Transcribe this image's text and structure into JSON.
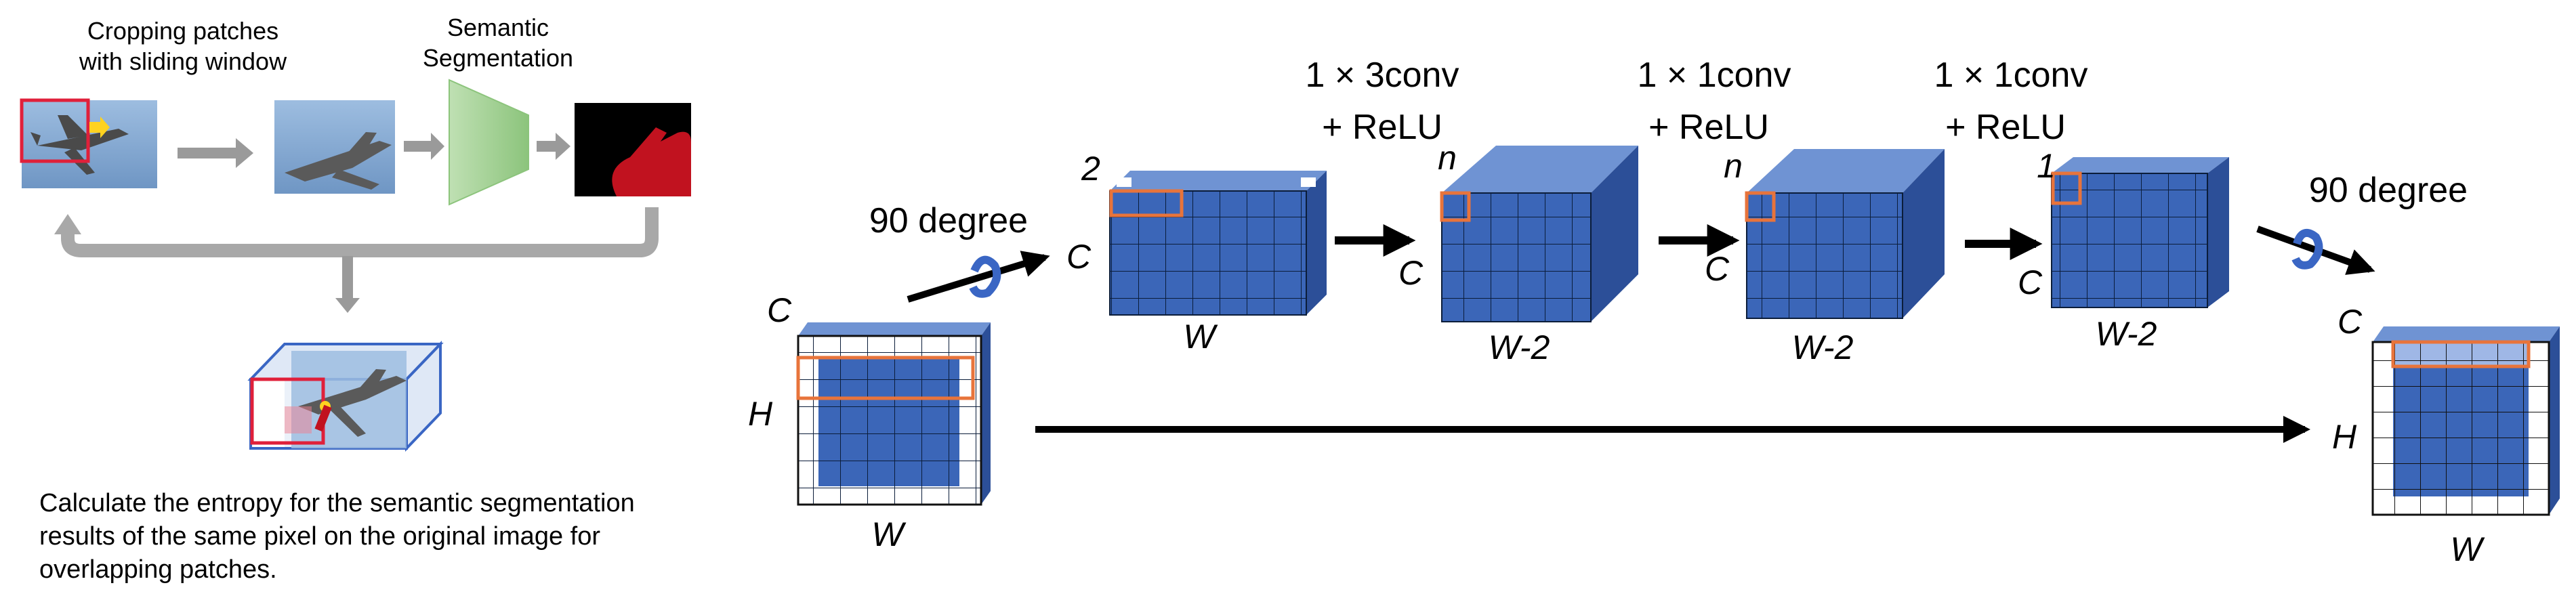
{
  "left_panel": {
    "crop_caption": [
      "Cropping patches",
      "with sliding window"
    ],
    "seg_caption": [
      "Semantic",
      "Segmentation"
    ],
    "entropy_note": [
      "Calculate the entropy for the semantic segmentation",
      "results of the same pixel on the original image for",
      "overlapping patches."
    ]
  },
  "right_panel": {
    "rotate_left": "90 degree",
    "rotate_right": "90 degree",
    "ops": [
      {
        "line1": "1 × 3conv",
        "line2": "+ ReLU"
      },
      {
        "line1": "1 × 1conv",
        "line2": "+ ReLU"
      },
      {
        "line1": "1 × 1conv",
        "line2": "+ ReLU"
      }
    ],
    "input": {
      "c": "C",
      "h": "H",
      "w": "W"
    },
    "blocks": [
      {
        "depth": "2",
        "c": "C",
        "w": "W"
      },
      {
        "depth": "n",
        "c": "C",
        "w": "W-2"
      },
      {
        "depth": "n",
        "c": "C",
        "w": "W-2"
      },
      {
        "depth": "1",
        "c": "C",
        "w": "W-2"
      }
    ],
    "output": {
      "c": "C",
      "h": "H",
      "w": "W"
    }
  },
  "colors": {
    "cube_front": "#3b66b8",
    "cube_top": "#6f93d3",
    "cube_side": "#2c4f98",
    "highlight": "#e8743b",
    "gray_arrow": "#9a9a9a",
    "seg_trapezoid": "#a6d39a",
    "seg_red": "#c1121f",
    "sky": "#7fa6cf"
  }
}
